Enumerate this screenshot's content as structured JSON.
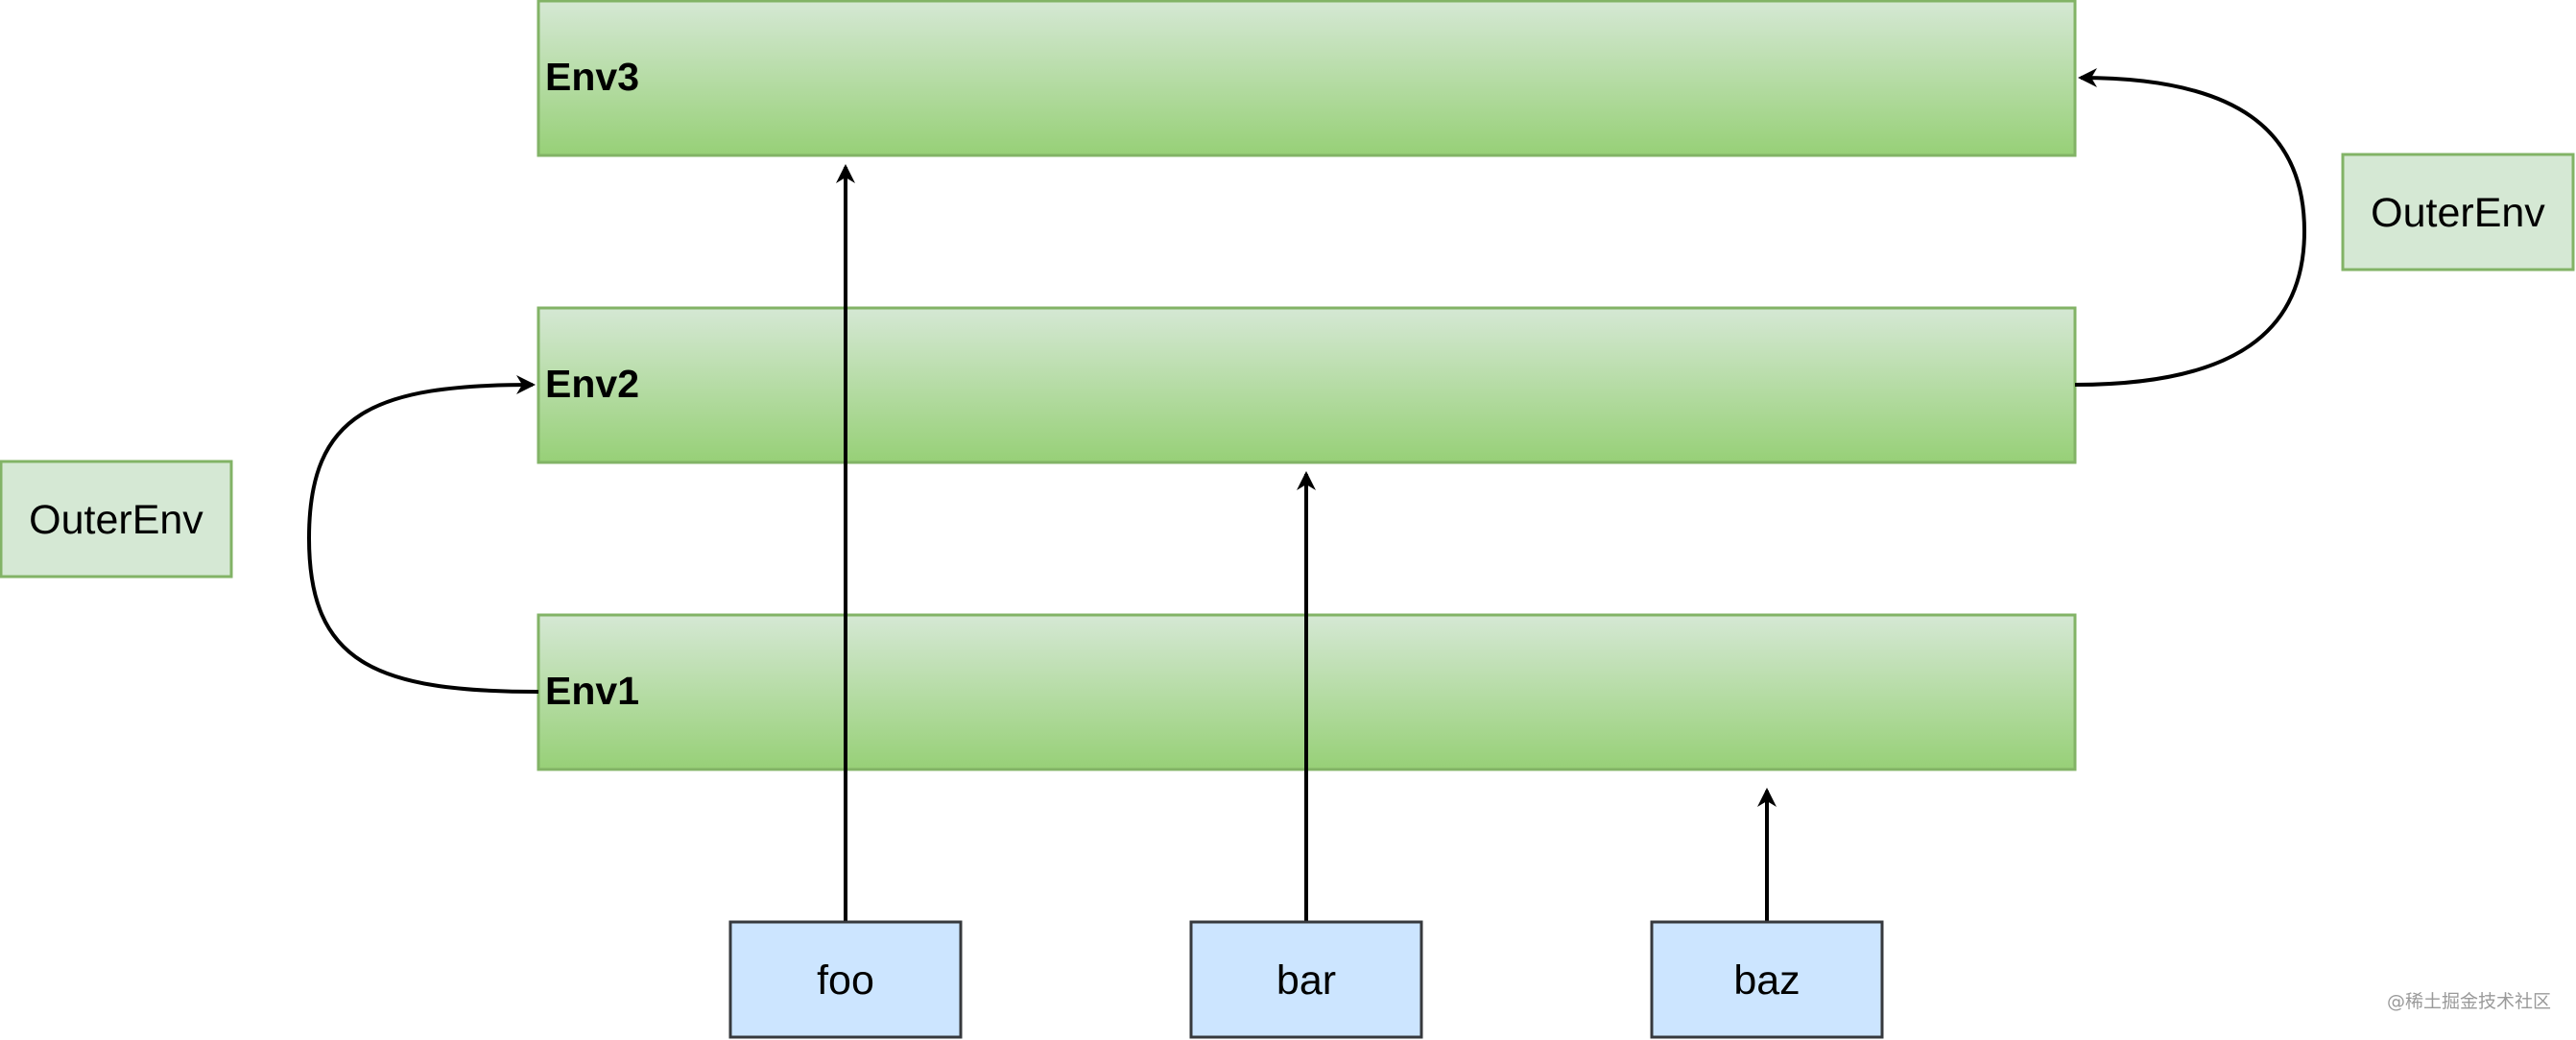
{
  "diagram": {
    "environments": [
      {
        "id": "env3",
        "label": "Env3"
      },
      {
        "id": "env2",
        "label": "Env2"
      },
      {
        "id": "env1",
        "label": "Env1"
      }
    ],
    "outer_env_labels": {
      "left": "OuterEnv",
      "right": "OuterEnv"
    },
    "variables": [
      {
        "id": "foo",
        "label": "foo",
        "points_to": "Env3"
      },
      {
        "id": "bar",
        "label": "bar",
        "points_to": "Env2"
      },
      {
        "id": "baz",
        "label": "baz",
        "points_to": "Env1"
      }
    ],
    "outer_links": [
      {
        "from": "Env1",
        "to": "Env2"
      },
      {
        "from": "Env2",
        "to": "Env3"
      }
    ],
    "watermark": "@稀土掘金技术社区",
    "colors": {
      "env_fill_top": "#d5e8d4",
      "env_fill_bottom": "#97d077",
      "env_stroke": "#82b366",
      "outer_fill": "#d5e8d4",
      "outer_stroke": "#82b366",
      "var_fill": "#cce5ff",
      "var_stroke": "#36393d",
      "arrow": "#000000"
    }
  }
}
